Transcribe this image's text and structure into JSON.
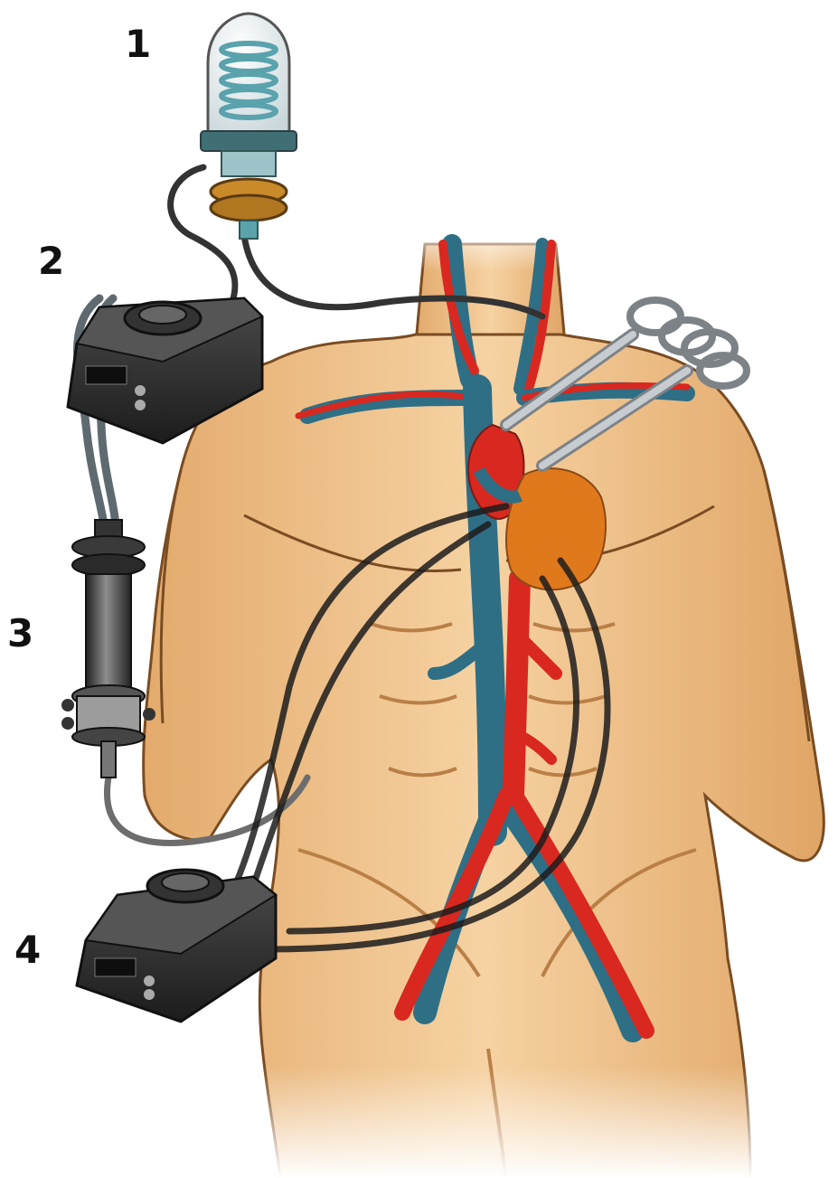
{
  "labels": {
    "one": "1",
    "two": "2",
    "three": "3",
    "four": "4"
  },
  "colors": {
    "background": "#ffffff",
    "skin": "#f2c690",
    "skin_shadow": "#c98f56",
    "artery": "#d8281f",
    "vein": "#2e6f86",
    "heart": "#e0781c",
    "device_body": "#2c2c2c",
    "tubing": "#2a2a2a",
    "reservoir_glass": "#dfe9ec",
    "coil": "#5aa3ad",
    "clamp_metal": "#b8bdc2"
  },
  "icons": [
    "oxygenator-reservoir-icon",
    "pump-icon",
    "filter-column-icon",
    "surgical-clamp-icon",
    "heart-icon"
  ]
}
